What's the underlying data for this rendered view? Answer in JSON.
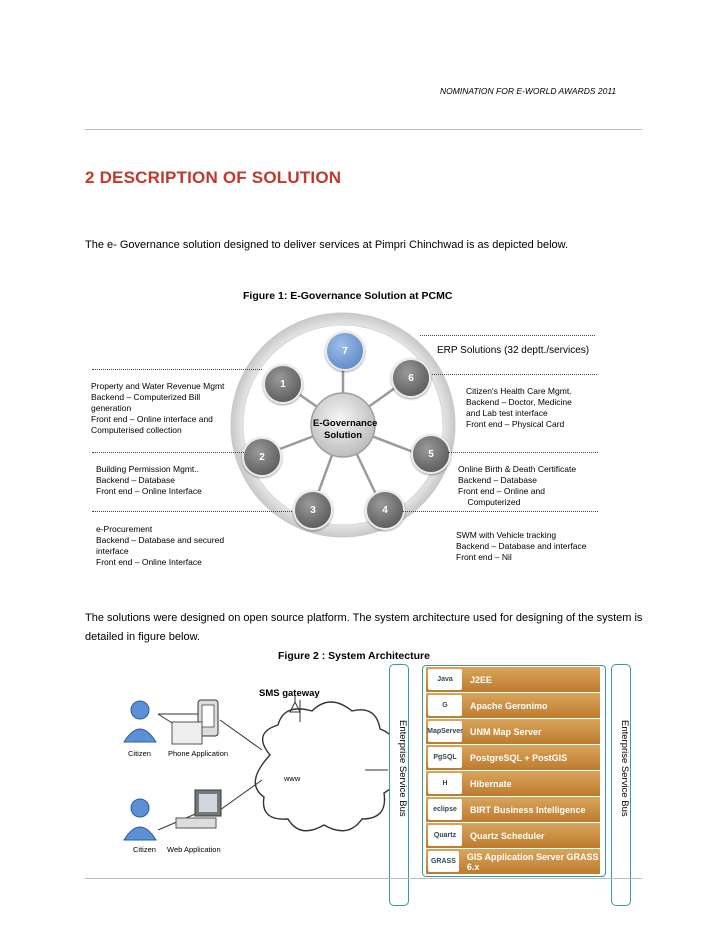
{
  "header": {
    "note": "NOMINATION FOR E-WORLD AWARDS 2011"
  },
  "section": {
    "title": "2  DESCRIPTION OF SOLUTION"
  },
  "intro": "The e- Governance solution designed to deliver services at Pimpri Chinchwad is as depicted below.",
  "figure1": {
    "title": "Figure 1: E-Governance Solution at PCMC",
    "center": "E-Governance\nSolution",
    "nodes": [
      "1",
      "2",
      "3",
      "4",
      "5",
      "6",
      "7"
    ],
    "erp": "ERP Solutions (32 deptt./services)",
    "left_notes": [
      "Property and Water Revenue Mgmt\nBackend – Computerized Bill\ngeneration\nFront end – Online interface and\nComputerised collection",
      "Building Permission Mgmt..\nBackend – Database\nFront end – Online Interface",
      "e-Procurement\nBackend – Database and secured\ninterface\nFront end – Online Interface"
    ],
    "right_notes": [
      "Citizen's Health Care Mgmt.\nBackend – Doctor, Medicine\nand Lab test interface\nFront end – Physical Card",
      "Online Birth & Death Certificate\nBackend – Database\nFront end – Online and\n    Computerized",
      "SWM with Vehicle tracking\nBackend – Database and interface\nFront end – Nil"
    ]
  },
  "para": "The solutions were designed on open source platform. The system architecture used for designing of the system is detailed in figure below.",
  "figure2": {
    "title": "Figure 2 : System Architecture",
    "sms": "SMS gateway",
    "www": "www",
    "citizen1": "Citizen",
    "phone_app": "Phone Application",
    "citizen2": "Citizen",
    "web_app": "Web Application",
    "esb": "Enterprise Service Bus",
    "stack": [
      {
        "label": "J2EE",
        "logo": "Java"
      },
      {
        "label": "Apache Geronimo",
        "logo": "G"
      },
      {
        "label": "UNM Map Server",
        "logo": "MapServer"
      },
      {
        "label": "PostgreSQL + PostGIS",
        "logo": "PgSQL"
      },
      {
        "label": "Hibernate",
        "logo": "H"
      },
      {
        "label": "BIRT Business Intelligence",
        "logo": "eclipse"
      },
      {
        "label": "Quartz Scheduler",
        "logo": "Quartz"
      },
      {
        "label": "GIS Application Server GRASS 6.x",
        "logo": "GRASS"
      }
    ]
  }
}
